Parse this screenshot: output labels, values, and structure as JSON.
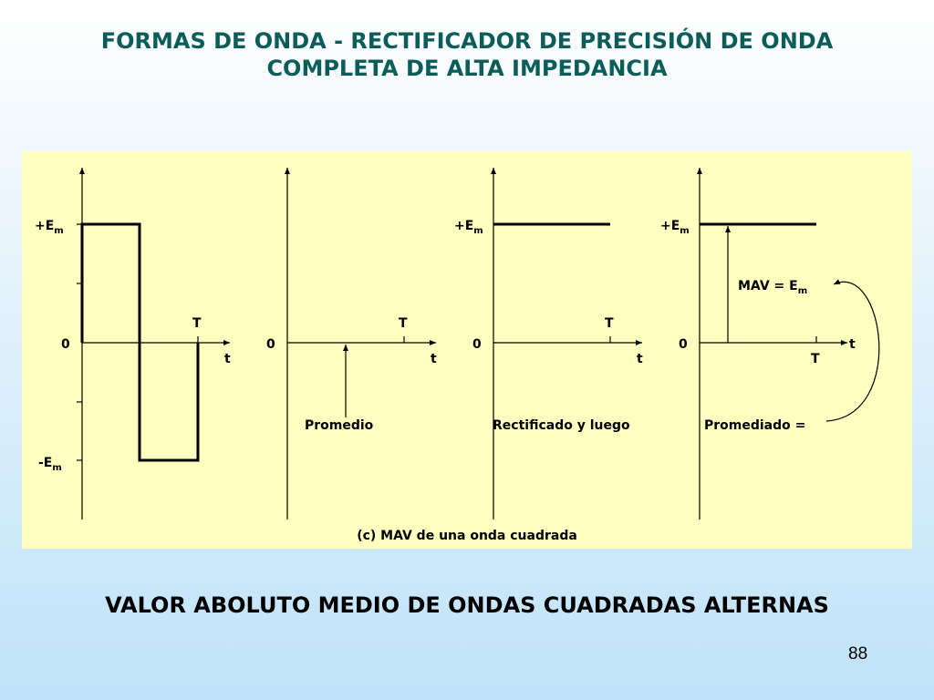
{
  "slide": {
    "title": "FORMAS DE ONDA - RECTIFICADOR DE PRECISIÓN DE ONDA COMPLETA DE ALTA IMPEDANCIA",
    "subtitle": "VALOR ABOLUTO MEDIO DE ONDAS CUADRADAS ALTERNAS",
    "page_number": "88"
  },
  "figure": {
    "caption": "(c) MAV de una onda cuadrada",
    "labels": {
      "em_pos_base": "+E",
      "em_neg_base": "-E",
      "em_sub": "m",
      "zero": "0",
      "period": "T",
      "time": "t",
      "promedio": "Promedio",
      "rectificado": "Rectificado y luego",
      "promediado": "Promediado =",
      "mav_base": "MAV = E"
    },
    "colors": {
      "background": "#ffffc0",
      "title": "#0b5d5a",
      "line": "#000000"
    }
  }
}
